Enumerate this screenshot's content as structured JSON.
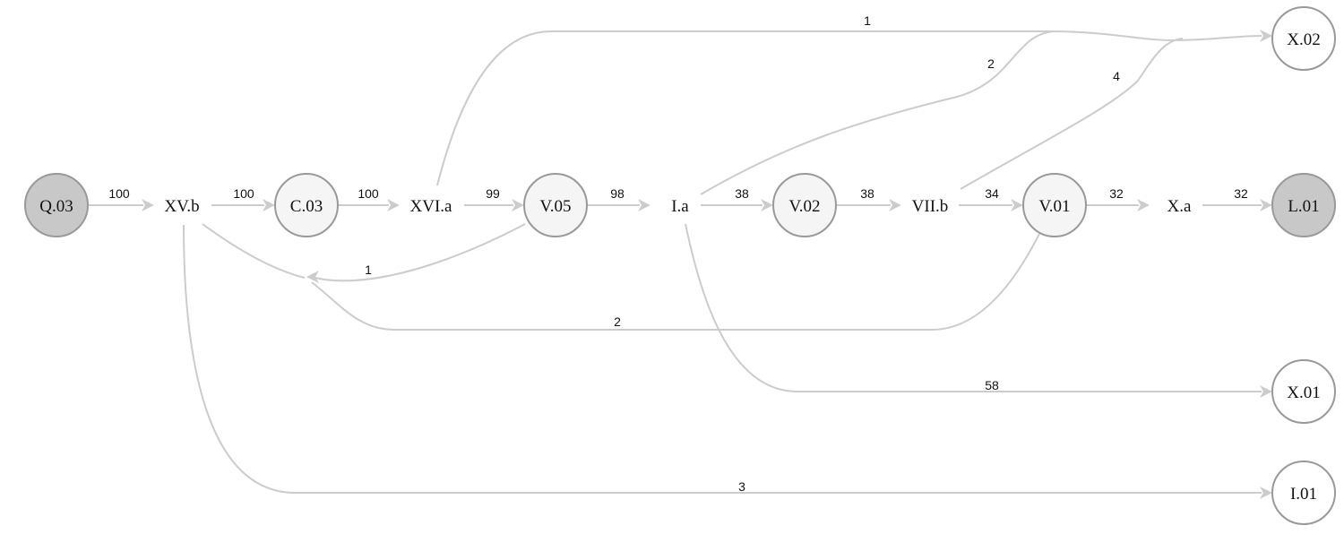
{
  "colors": {
    "edge": "#cccccc",
    "node_stroke": "#999999",
    "node_fill_light": "#f5f5f5",
    "node_fill_white": "#ffffff",
    "node_fill_dark": "#c8c8c8",
    "text": "#111111"
  },
  "nodes": [
    {
      "id": "Q.03",
      "label": "Q.03",
      "shape": "circle",
      "style": "dark"
    },
    {
      "id": "XV.b",
      "label": "XV.b",
      "shape": "text"
    },
    {
      "id": "C.03",
      "label": "C.03",
      "shape": "circle",
      "style": "light"
    },
    {
      "id": "XVI.a",
      "label": "XVI.a",
      "shape": "text"
    },
    {
      "id": "V.05",
      "label": "V.05",
      "shape": "circle",
      "style": "light"
    },
    {
      "id": "I.a",
      "label": "I.a",
      "shape": "text"
    },
    {
      "id": "V.02",
      "label": "V.02",
      "shape": "circle",
      "style": "light"
    },
    {
      "id": "VII.b",
      "label": "VII.b",
      "shape": "text"
    },
    {
      "id": "V.01",
      "label": "V.01",
      "shape": "circle",
      "style": "light"
    },
    {
      "id": "X.a",
      "label": "X.a",
      "shape": "text"
    },
    {
      "id": "L.01",
      "label": "L.01",
      "shape": "circle",
      "style": "dark"
    },
    {
      "id": "X.02",
      "label": "X.02",
      "shape": "circle",
      "style": "white"
    },
    {
      "id": "X.01",
      "label": "X.01",
      "shape": "circle",
      "style": "white"
    },
    {
      "id": "I.01",
      "label": "I.01",
      "shape": "circle",
      "style": "white"
    }
  ],
  "edges": [
    {
      "from": "Q.03",
      "to": "XV.b",
      "label": "100"
    },
    {
      "from": "XV.b",
      "to": "C.03",
      "label": "100"
    },
    {
      "from": "C.03",
      "to": "XVI.a",
      "label": "100"
    },
    {
      "from": "XVI.a",
      "to": "V.05",
      "label": "99"
    },
    {
      "from": "V.05",
      "to": "I.a",
      "label": "98"
    },
    {
      "from": "I.a",
      "to": "V.02",
      "label": "38"
    },
    {
      "from": "V.02",
      "to": "VII.b",
      "label": "38"
    },
    {
      "from": "VII.b",
      "to": "V.01",
      "label": "34"
    },
    {
      "from": "V.01",
      "to": "X.a",
      "label": "32"
    },
    {
      "from": "X.a",
      "to": "L.01",
      "label": "32"
    },
    {
      "from": "XVI.a",
      "to": "X.02",
      "label": "1"
    },
    {
      "from": "I.a",
      "to": "X.02",
      "label": "2"
    },
    {
      "from": "VII.b",
      "to": "X.02",
      "label": "4"
    },
    {
      "from": "V.05",
      "to": "XV.b",
      "label": "1"
    },
    {
      "from": "V.01",
      "to": "XV.b",
      "label": "2"
    },
    {
      "from": "I.a",
      "to": "X.01",
      "label": "58"
    },
    {
      "from": "XV.b",
      "to": "I.01",
      "label": "3"
    }
  ]
}
